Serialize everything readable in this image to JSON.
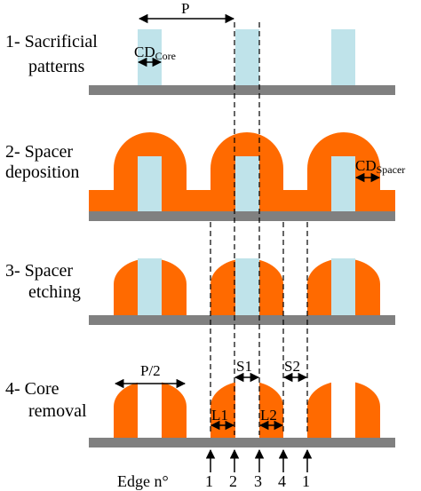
{
  "colors": {
    "substrate": "#808080",
    "core": "#bfe3ea",
    "spacer": "#ff6a00",
    "line": "#000000"
  },
  "steps": [
    {
      "num": "1-",
      "line1": "Sacrificial",
      "line2": "patterns"
    },
    {
      "num": "2-",
      "line1": "Spacer",
      "line2": "deposition"
    },
    {
      "num": "3-",
      "line1": "Spacer",
      "line2": "etching"
    },
    {
      "num": "4-",
      "line1": "Core",
      "line2": "removal"
    }
  ],
  "dimensions": {
    "pitch": "P",
    "cd_core_main": "CD",
    "cd_core_sub": "Core",
    "cd_spacer_main": "CD",
    "cd_spacer_sub": "Spacer",
    "half_pitch": "P/2",
    "s1": "S1",
    "s2": "S2",
    "l1": "L1",
    "l2": "L2"
  },
  "edges": {
    "label": "Edge n°",
    "numbers": [
      "1",
      "2",
      "3",
      "4",
      "1"
    ]
  }
}
